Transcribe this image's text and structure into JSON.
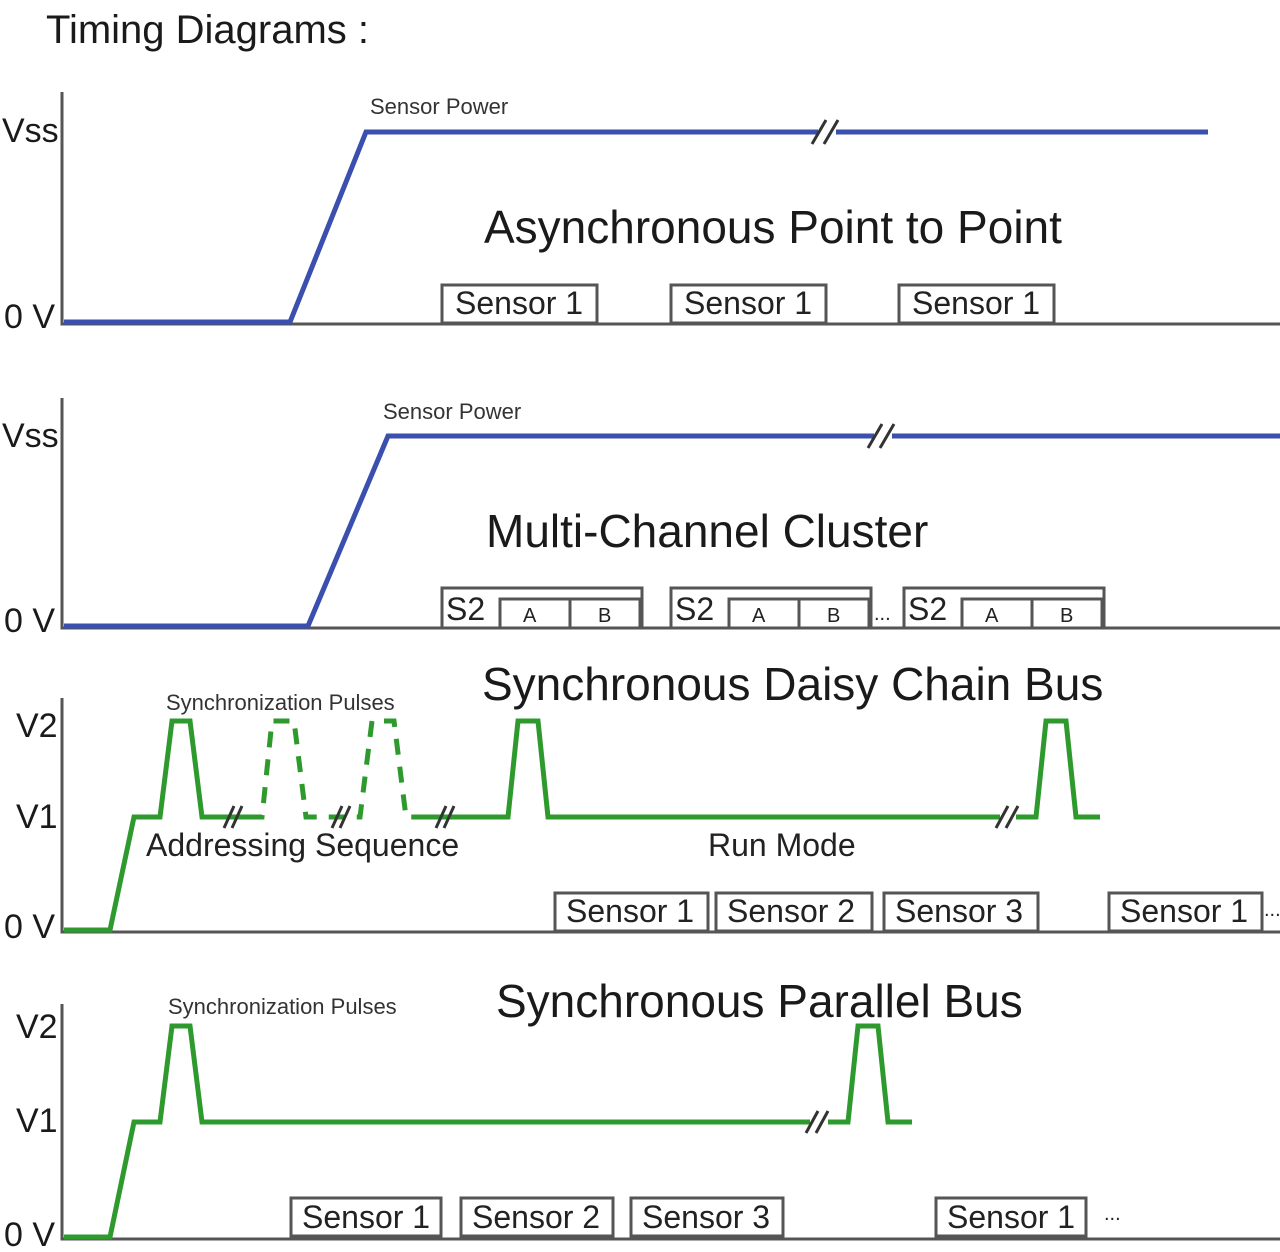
{
  "page_title": "Timing Diagrams :",
  "panels": {
    "async": {
      "title": "Asynchronous Point to Point",
      "power_label": "Sensor Power",
      "y_top": "Vss",
      "y_bottom": "0 V",
      "sensors": [
        "Sensor 1",
        "Sensor 1",
        "Sensor 1"
      ]
    },
    "multi": {
      "title": "Multi-Channel Cluster",
      "power_label": "Sensor Power",
      "y_top": "Vss",
      "y_bottom": "0 V",
      "groups": [
        {
          "label": "S2",
          "a": "A",
          "b": "B"
        },
        {
          "label": "S2",
          "a": "A",
          "b": "B"
        },
        {
          "label": "S2",
          "a": "A",
          "b": "B"
        }
      ],
      "ellipsis": "..."
    },
    "daisy": {
      "title": "Synchronous Daisy Chain Bus",
      "pulses_label": "Synchronization Pulses",
      "addressing_label": "Addressing Sequence",
      "run_label": "Run Mode",
      "y_top": "V2",
      "y_mid": "V1",
      "y_bottom": "0 V",
      "sensors": [
        "Sensor 1",
        "Sensor 2",
        "Sensor 3",
        "Sensor 1"
      ],
      "ellipsis": "..."
    },
    "parallel": {
      "title": "Synchronous Parallel Bus",
      "pulses_label": "Synchronization Pulses",
      "y_top": "V2",
      "y_mid": "V1",
      "y_bottom": "0 V",
      "sensors": [
        "Sensor 1",
        "Sensor 2",
        "Sensor 3",
        "Sensor 1"
      ],
      "ellipsis": "..."
    }
  },
  "colors": {
    "power": "#3a4fae",
    "bus": "#2e9a2e",
    "axis": "#555555"
  }
}
